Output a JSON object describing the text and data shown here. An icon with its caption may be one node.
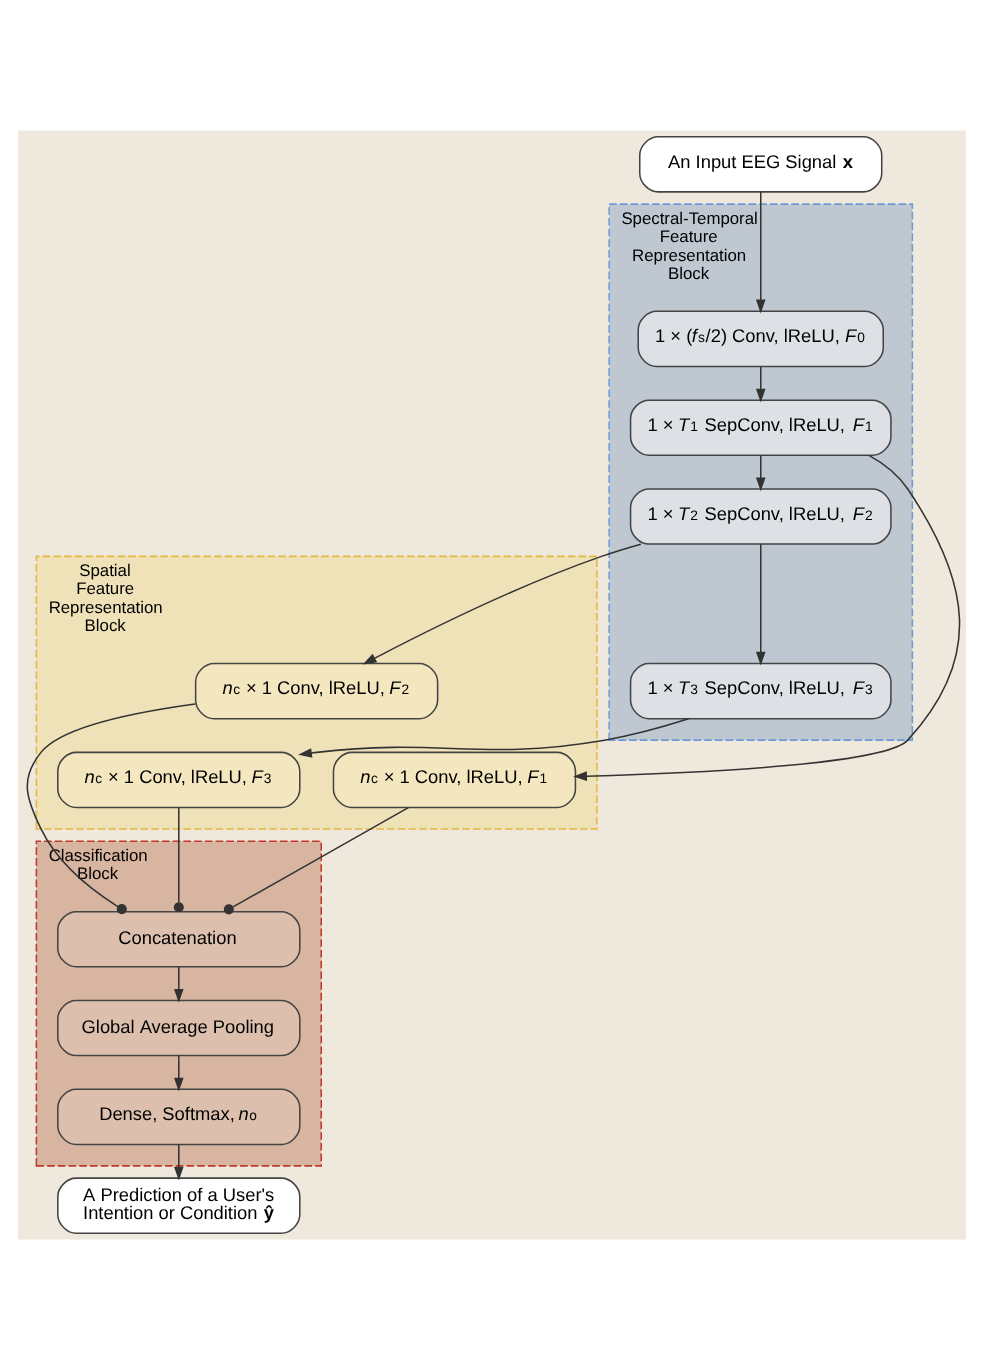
{
  "diagram": {
    "nodes": [
      {
        "text": [
          "An Input EEG Signal **x**"
        ]
      },
      {
        "text": [
          "Spectral-Temporal Feature Representation Block"
        ]
      },
      {
        "text": [
          "1 × (*f*$_{s}$/2) Conv, lReLU, *F*$_{0}$"
        ],
        "in": 1
      },
      {
        "text": [
          "1 × *T*$_{1}$ SepConv, lReLU, *F*$_{1}$"
        ],
        "in": 1
      },
      {
        "text": [
          "1 × *T*$_{2}$ SepConv, lReLU, *F*$_{2}$"
        ],
        "in": 1
      },
      {
        "text": [
          "1 × *T*$_{3}$ SepConv, lReLU, *F*$_{3}$"
        ],
        "in": 1
      },
      {
        "text": [
          "Spatial Feature Representation Block"
        ]
      },
      {
        "text": [
          "*n*$_{c}$ × 1 Conv, lReLU, *F*$_{1}$"
        ],
        "in": 6
      },
      {
        "text": [
          "*n*$_{c}$ × 1 Conv, lReLU, *F*$_{2}$"
        ],
        "in": 6
      },
      {
        "text": [
          "*n*$_{c}$ × 1 Conv, lReLU, *F*$_{3}$"
        ],
        "in": 6
      },
      {
        "text": [
          "Classification Block"
        ]
      },
      {
        "text": [
          "Concatenation"
        ],
        "in": 10
      },
      {
        "text": [
          "Global Average Pooling"
        ],
        "in": 10
      },
      {
        "text": [
          "Dense, Softmax, *n*$_{o}$"
        ],
        "in": 10
      },
      {
        "text": [
          "A Prediction of a User's Intention or Condition **ŷ**"
        ]
      }
    ],
    "edges": [
      {
        "from": 0,
        "to": 2,
        "arrow": "to"
      },
      {
        "from": 2,
        "to": 3,
        "arrow": "to"
      },
      {
        "from": 3,
        "to": 4,
        "arrow": "to"
      },
      {
        "from": 3,
        "to": 7,
        "arrow": "to"
      },
      {
        "from": 4,
        "to": 5,
        "arrow": "to"
      },
      {
        "from": 4,
        "to": 8,
        "arrow": "to"
      },
      {
        "from": 5,
        "to": 9,
        "arrow": "to"
      },
      {
        "from": 9,
        "to": 11,
        "arrow": "other"
      },
      {
        "from": 7,
        "to": 11,
        "arrow": "other"
      },
      {
        "from": 8,
        "to": 11,
        "arrow": "other"
      },
      {
        "from": 11,
        "to": 12,
        "arrow": "to"
      },
      {
        "from": 12,
        "to": 13,
        "arrow": "to"
      },
      {
        "from": 13,
        "to": 14,
        "arrow": "to"
      }
    ]
  }
}
